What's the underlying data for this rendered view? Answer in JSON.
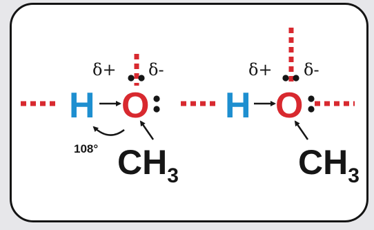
{
  "colors": {
    "hydrogen": "#1e8fd0",
    "oxygen": "#d8292f",
    "methyl": "#161616",
    "hbond": "#d8292f",
    "text": "#161616",
    "border": "#141414"
  },
  "labels": {
    "delta_plus": "δ+",
    "delta_minus": "δ-",
    "angle": "108°"
  },
  "molecules": [
    {
      "hydrogen": "H",
      "oxygen": "O",
      "methyl_main": "CH",
      "methyl_sub": "3"
    },
    {
      "hydrogen": "H",
      "oxygen": "O",
      "methyl_main": "CH",
      "methyl_sub": "3"
    }
  ]
}
